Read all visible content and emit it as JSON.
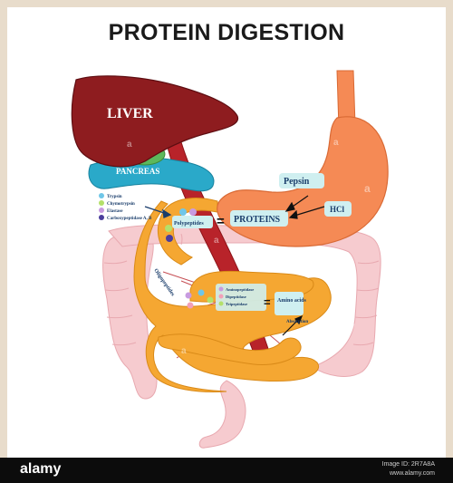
{
  "title": "PROTEIN DIGESTION",
  "organs": {
    "liver": "LIVER",
    "pancreas": "PANCREAS",
    "pepsin": "Pepsin",
    "hcl": "HCl",
    "proteins": "PROTEINS",
    "polypeptides": "Polypeptides",
    "oligopeptides": "Oligopeptides",
    "amino_acids": "Amino acids",
    "absorption": "Absorption"
  },
  "pancreatic_enzymes": [
    "Trypsin",
    "Chymotrypsin",
    "Elastase",
    "Carboxypeptidase A, B"
  ],
  "brush_border_enzymes": [
    "Aminopeptidase",
    "Dipeptidase",
    "Tripeptidase"
  ],
  "symbols": {
    "equals": "="
  },
  "watermark": {
    "letter": "a",
    "word": "alamy"
  },
  "footer": {
    "brand": "alamy",
    "image_id": "Image ID: 2R7A8A",
    "url": "www.alamy.com"
  },
  "colors": {
    "liver": "#8e1c1f",
    "pancreas": "#2aa9c9",
    "stomach": "#f58a55",
    "intestine": "#f5a732",
    "colon": "#f6cbcf",
    "aorta": "#b8232a",
    "label_box": "#cfeff0",
    "enzyme_dots": [
      "#6fc6e8",
      "#b4e06a",
      "#c89be0",
      "#4a3d9c"
    ]
  }
}
